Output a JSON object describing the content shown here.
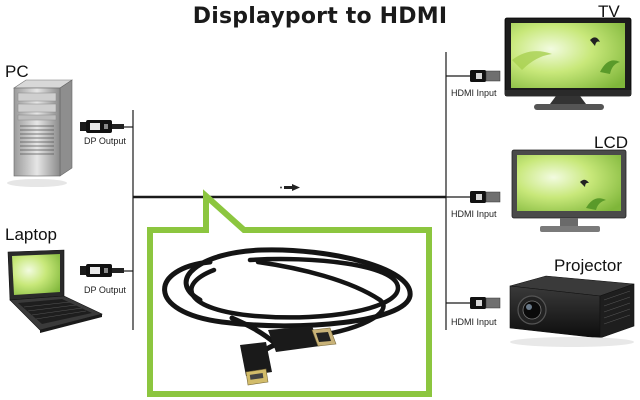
{
  "title": "Displayport to HDMI",
  "sources": [
    {
      "name": "PC",
      "port": "DP Output"
    },
    {
      "name": "Laptop",
      "port": "DP Output"
    }
  ],
  "displays": [
    {
      "name": "TV",
      "port": "HDMI Input"
    },
    {
      "name": "LCD",
      "port": "HDMI Input"
    },
    {
      "name": "Projector",
      "port": "HDMI Input"
    }
  ],
  "colors": {
    "callout_border": "#8cc63f",
    "line": "#1a1a1a",
    "screen_green": "#b8dc6a"
  }
}
